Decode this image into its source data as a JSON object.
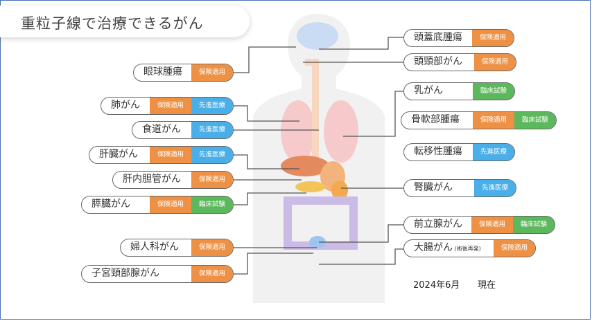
{
  "title": "重粒子線で治療できるがん",
  "badges": {
    "ins": "保険適用",
    "adv": "先進医療",
    "cli": "臨床試験"
  },
  "colors": {
    "ins": "#ee9144",
    "adv": "#4aaee8",
    "cli": "#5cb85c"
  },
  "left": [
    {
      "name": "眼球腫瘍",
      "badges": [
        "ins"
      ]
    },
    {
      "name": "肺がん",
      "badges": [
        "ins",
        "adv"
      ]
    },
    {
      "name": "食道がん",
      "badges": [
        "adv"
      ]
    },
    {
      "name": "肝臓がん",
      "badges": [
        "ins",
        "adv"
      ]
    },
    {
      "name": "肝内胆管がん",
      "badges": [
        "ins"
      ]
    },
    {
      "name": "膵臓がん",
      "badges": [
        "ins",
        "cli"
      ]
    },
    {
      "name": "婦人科がん",
      "badges": [
        "ins"
      ]
    },
    {
      "name": "子宮頸部腺がん",
      "badges": [
        "ins"
      ]
    }
  ],
  "right": [
    {
      "name": "頭蓋底腫瘍",
      "badges": [
        "ins"
      ]
    },
    {
      "name": "頭頸部がん",
      "badges": [
        "ins"
      ]
    },
    {
      "name": "乳がん",
      "badges": [
        "cli"
      ]
    },
    {
      "name": "骨軟部腫瘍",
      "badges": [
        "ins",
        "cli"
      ]
    },
    {
      "name": "転移性腫瘍",
      "badges": [
        "adv"
      ]
    },
    {
      "name": "腎臓がん",
      "badges": [
        "adv"
      ]
    },
    {
      "name": "前立腺がん",
      "badges": [
        "ins",
        "cli"
      ]
    },
    {
      "name": "大腸がん",
      "note": "(術後再発)",
      "badges": [
        "ins"
      ]
    }
  ],
  "date": "2024年6月",
  "as_of": "現在"
}
